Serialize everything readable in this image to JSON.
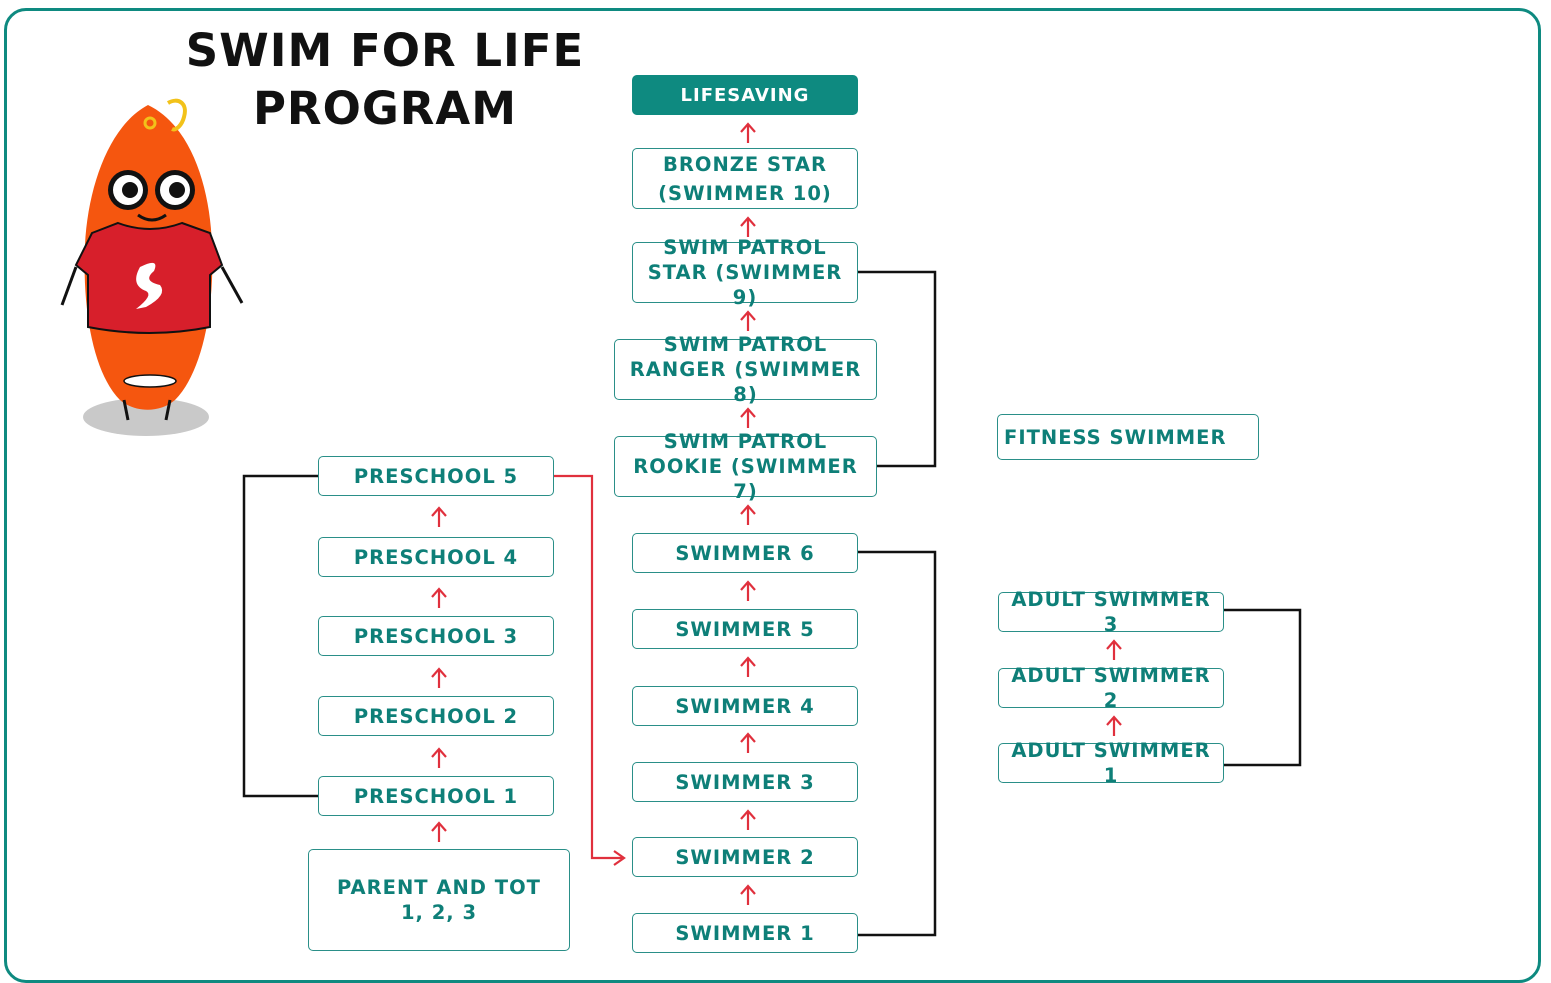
{
  "title": {
    "line1": "SWIM FOR LIFE",
    "line2": "PROGRAM"
  },
  "colors": {
    "frame": "#0e8a80",
    "box_text": "#0e7f78",
    "arrow": "#e0303d",
    "bracket": "#111111",
    "mascot_body": "#f5560f",
    "mascot_shirt": "#d71f2b"
  },
  "center_column": {
    "lifesaving": "LIFESAVING",
    "bronze_star": "BRONZE STAR\n(SWIMMER 10)",
    "swim_patrol_star": "SWIM PATROL\nSTAR (SWIMMER 9)",
    "swim_patrol_ranger": "SWIM PATROL\nRANGER (SWIMMER 8)",
    "swim_patrol_rookie": "SWIM PATROL\nROOKIE (SWIMMER 7)",
    "swimmer_6": "SWIMMER 6",
    "swimmer_5": "SWIMMER 5",
    "swimmer_4": "SWIMMER 4",
    "swimmer_3": "SWIMMER 3",
    "swimmer_2": "SWIMMER 2",
    "swimmer_1": "SWIMMER 1"
  },
  "left_column": {
    "preschool_5": "PRESCHOOL 5",
    "preschool_4": "PRESCHOOL 4",
    "preschool_3": "PRESCHOOL 3",
    "preschool_2": "PRESCHOOL 2",
    "preschool_1": "PRESCHOOL 1",
    "parent_and_tot": "PARENT AND TOT\n1, 2, 3"
  },
  "right_column": {
    "fitness_swimmer": "FITNESS SWIMMER",
    "adult_swimmer_3": "ADULT SWIMMER 3",
    "adult_swimmer_2": "ADULT SWIMMER 2",
    "adult_swimmer_1": "ADULT SWIMMER 1"
  },
  "mascot": {
    "icon": "swim-buoy-mascot-icon",
    "shirt_logo": "lifesaving-logo-icon"
  }
}
